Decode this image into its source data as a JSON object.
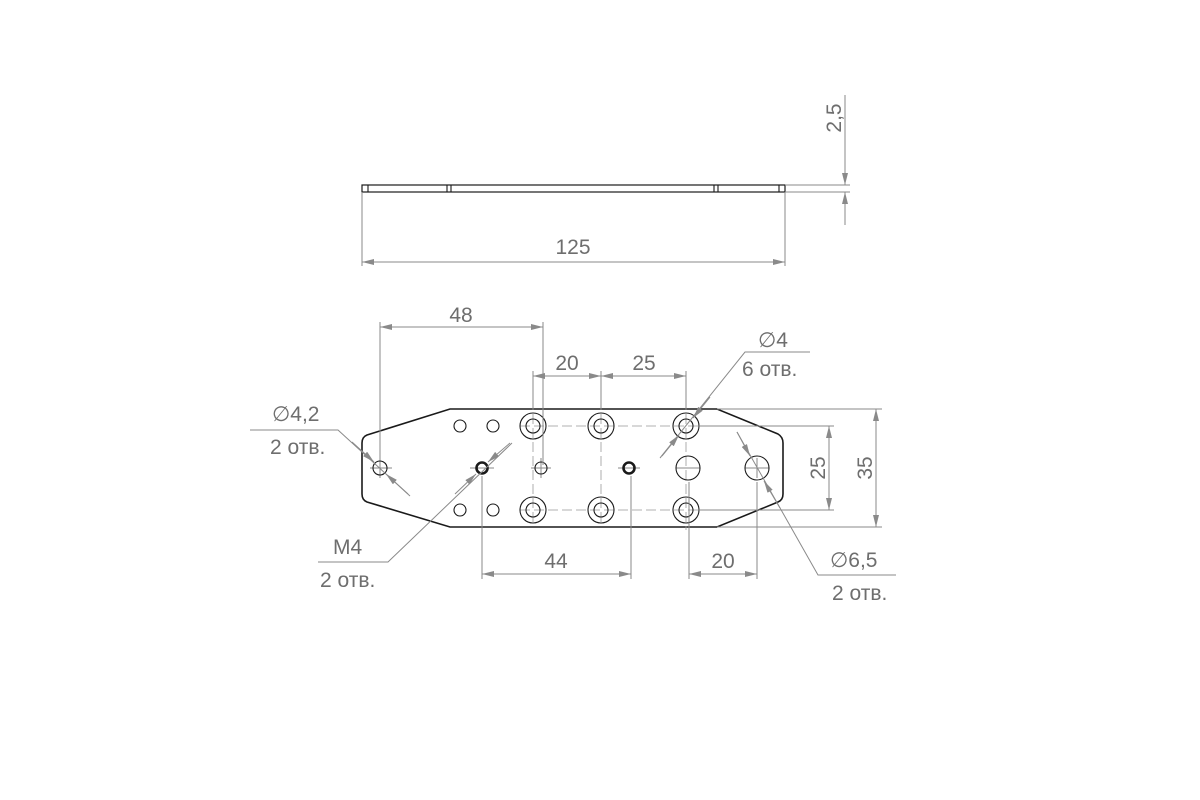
{
  "drawing": {
    "side_view": {
      "length": "125",
      "thickness": "2,5"
    },
    "plan_view": {
      "dim_48": "48",
      "dim_20_top": "20",
      "dim_25_top": "25",
      "dim_44": "44",
      "dim_20_bottom": "20",
      "dim_25_right": "25",
      "dim_35": "35",
      "callout_d4": {
        "size": "∅4",
        "count": "6 отв."
      },
      "callout_d42": {
        "size": "∅4,2",
        "count": "2 отв."
      },
      "callout_m4": {
        "size": "M4",
        "count": "2 отв."
      },
      "callout_d65": {
        "size": "∅6,5",
        "count": "2 отв."
      }
    }
  },
  "colors": {
    "line": "#1a1a1a",
    "dimension": "#8a8a8a",
    "text": "#6e6e6e"
  }
}
